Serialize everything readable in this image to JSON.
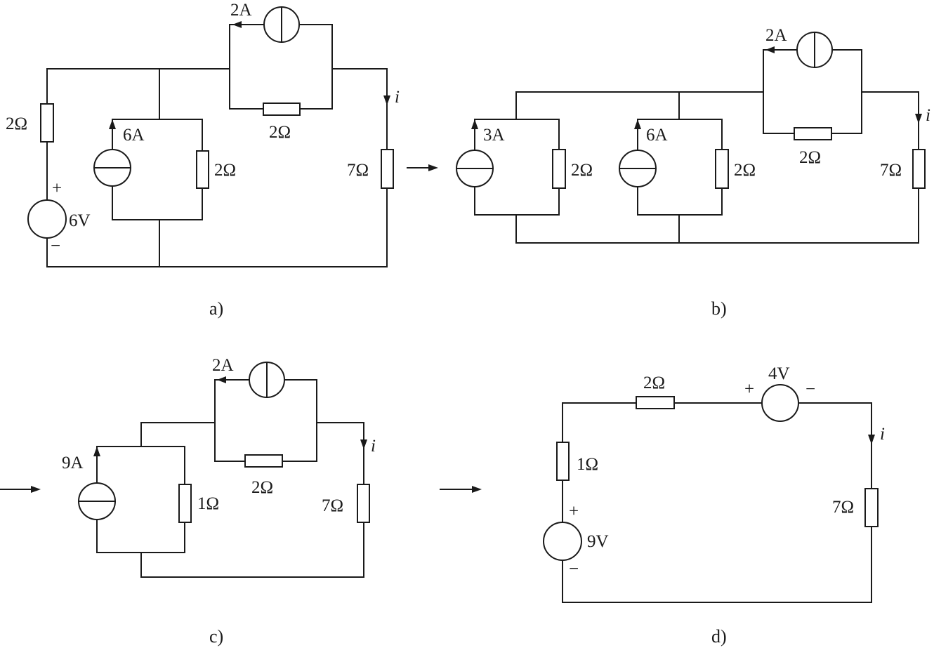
{
  "panels": {
    "a": {
      "caption": "a)",
      "labels": {
        "cs_top": "2A",
        "r_top": "2Ω",
        "r_left": "2Ω",
        "cs_mid": "6A",
        "r_mid": "2Ω",
        "vs_plus": "+",
        "vs_value": "6V",
        "vs_minus": "−",
        "r_load": "7Ω",
        "current": "i"
      }
    },
    "b": {
      "caption": "b)",
      "labels": {
        "cs_top": "2A",
        "r_top": "2Ω",
        "cs_1": "3A",
        "r_1": "2Ω",
        "cs_2": "6A",
        "r_2": "2Ω",
        "r_load": "7Ω",
        "current": "i"
      }
    },
    "c": {
      "caption": "c)",
      "labels": {
        "cs_top": "2A",
        "r_top": "2Ω",
        "cs_1": "9A",
        "r_1": "1Ω",
        "r_load": "7Ω",
        "current": "i"
      }
    },
    "d": {
      "caption": "d)",
      "labels": {
        "r_top": "2Ω",
        "vs_top_value": "4V",
        "vs_top_plus": "+",
        "vs_top_minus": "−",
        "r_left": "1Ω",
        "vs_plus": "+",
        "vs_value": "9V",
        "vs_minus": "−",
        "r_load": "7Ω",
        "current": "i"
      }
    }
  }
}
